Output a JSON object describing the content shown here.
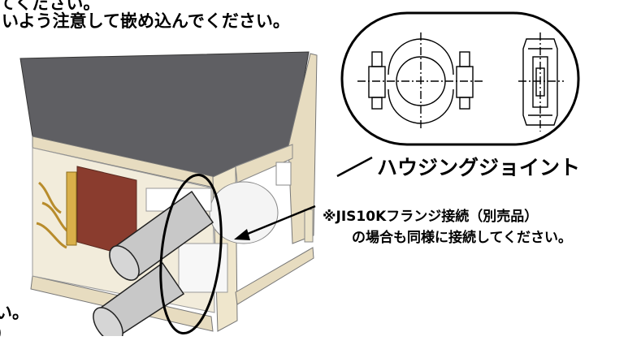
{
  "intro": {
    "line1": "てください。",
    "line2": "いよう注意して嵌め込んでください。"
  },
  "label": {
    "housing_joint": "ハウジングジョイント"
  },
  "note": {
    "line1": "※JIS10Kフランジ接続（別売品）",
    "line2": "の場合も同様に接続してください。"
  },
  "fragments": {
    "edge1": "い。",
    "edge2": "）"
  },
  "colors": {
    "unit_panel": "#5f5f63",
    "frame": "#e7dcc0",
    "pipe": "#c8c8c8",
    "coil": "#8a3c2e"
  },
  "icons": [
    "housing-joint-front-icon",
    "housing-joint-side-icon",
    "outdoor-unit-illustration"
  ]
}
